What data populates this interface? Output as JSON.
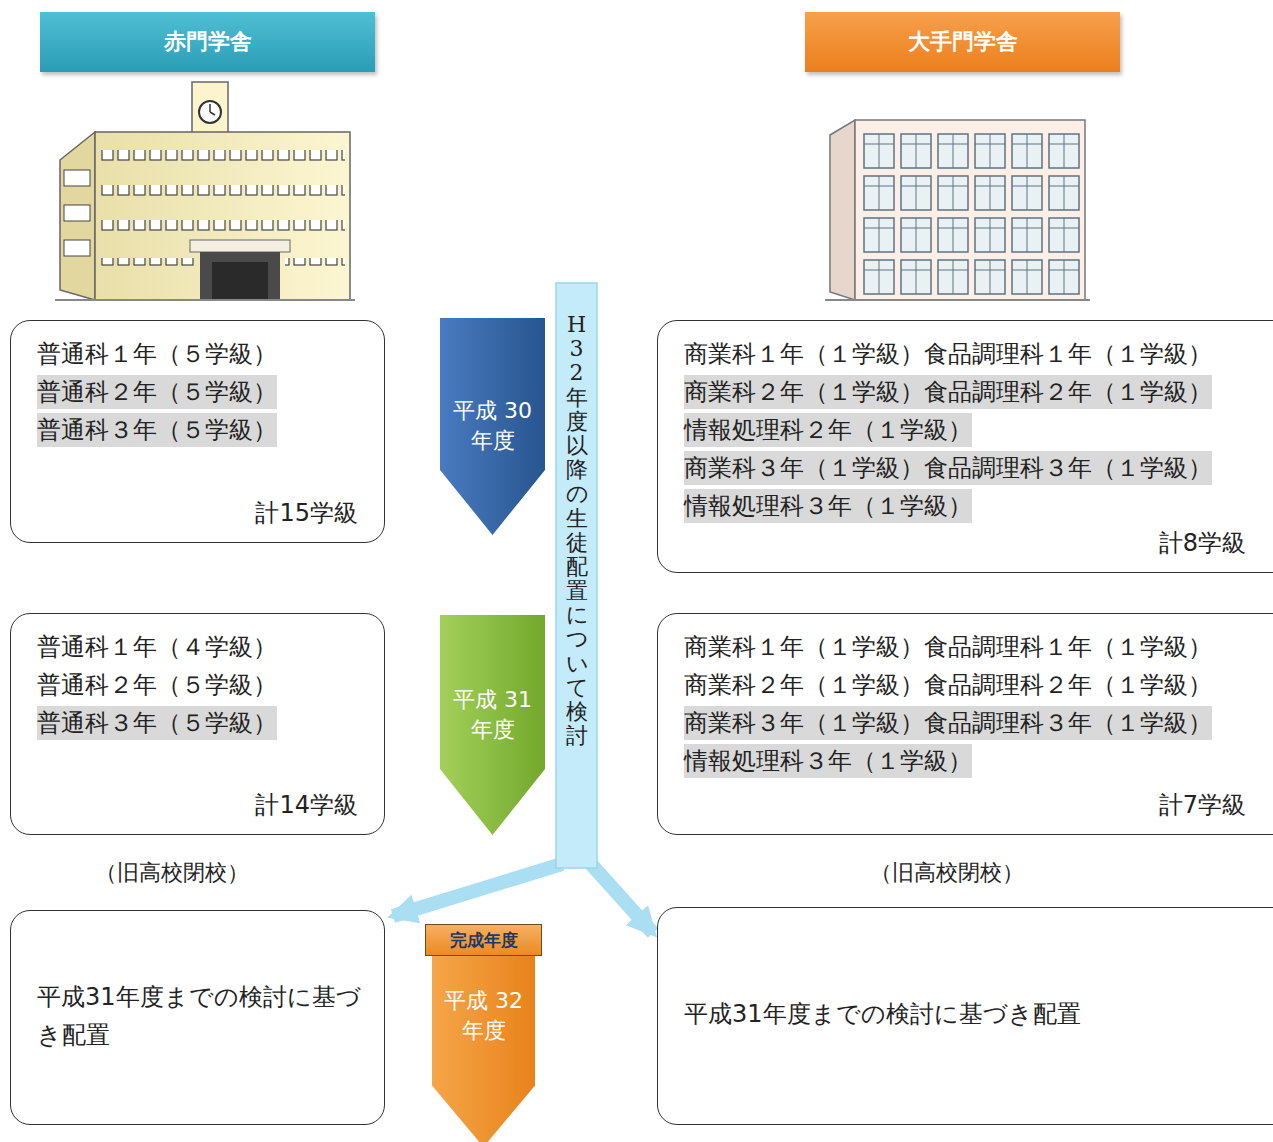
{
  "diagram": {
    "nodes": [
      {
        "text": [
          "赤門学舎"
        ]
      },
      {
        "text": [
          "大手門学舎"
        ]
      },
      {
        "text": [
          "普通科１年（５学級）",
          "普通科２年（５学級）",
          "普通科３年（５学級）",
          "計15学級"
        ]
      },
      {
        "text": [
          "平成 30年度"
        ]
      },
      {
        "text": [
          "H32年度以降の生徒配置について検討"
        ]
      },
      {
        "text": [
          "商業科１年（１学級）食品調理科１年（１学級）",
          "商業科２年（１学級）食品調理科２年（１学級）",
          "情報処理科２年（１学級）",
          "商業科３年（１学級）食品調理科３年（１学級）",
          "情報処理科３年（１学級）",
          "計8学級"
        ]
      },
      {
        "text": [
          "普通科１年（４学級）",
          "普通科２年（５学級）",
          "普通科３年（５学級）",
          "計14学級"
        ]
      },
      {
        "text": [
          "平成 31年度"
        ]
      },
      {
        "text": [
          "商業科１年（１学級）食品調理科１年（１学級）",
          "商業科２年（１学級）食品調理科２年（１学級）",
          "商業科３年（１学級）食品調理科３年（１学級）",
          "情報処理科３年（１学級）",
          "計7学級"
        ]
      },
      {
        "text": [
          "平成31年度までの検討に基づき配置"
        ]
      },
      {
        "text": [
          "完成年度"
        ]
      },
      {
        "text": [
          "平成 32年度"
        ]
      },
      {
        "text": [
          "平成31年度までの検討に基づき配置"
        ]
      }
    ],
    "edges": [
      {
        "from": 4,
        "to": 9,
        "arrow": "to"
      },
      {
        "from": 4,
        "to": 12,
        "arrow": "to"
      }
    ],
    "labels": [
      "（旧高校閉校）",
      "（旧高校閉校）"
    ]
  }
}
